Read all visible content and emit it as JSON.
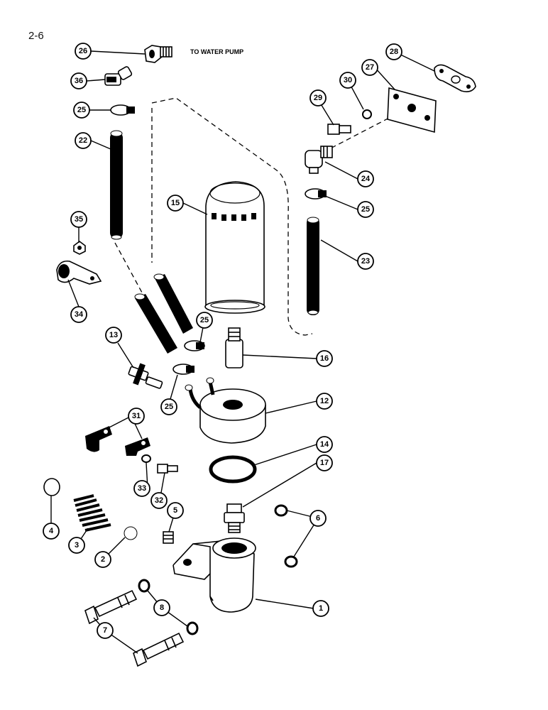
{
  "page": {
    "number": "2-6"
  },
  "annotations": {
    "to_water_pump": "TO WATER PUMP"
  },
  "callouts": {
    "c1": "1",
    "c2": "2",
    "c3": "3",
    "c4": "4",
    "c5": "5",
    "c6": "6",
    "c7": "7",
    "c8": "8",
    "c12": "12",
    "c13": "13",
    "c14": "14",
    "c15": "15",
    "c16": "16",
    "c17": "17",
    "c22": "22",
    "c23": "23",
    "c24": "24",
    "c25a": "25",
    "c25b": "25",
    "c25c": "25",
    "c25d": "25",
    "c26": "26",
    "c27": "27",
    "c28": "28",
    "c29": "29",
    "c30": "30",
    "c31": "31",
    "c32": "32",
    "c33": "33",
    "c34": "34",
    "c35": "35",
    "c36": "36"
  }
}
